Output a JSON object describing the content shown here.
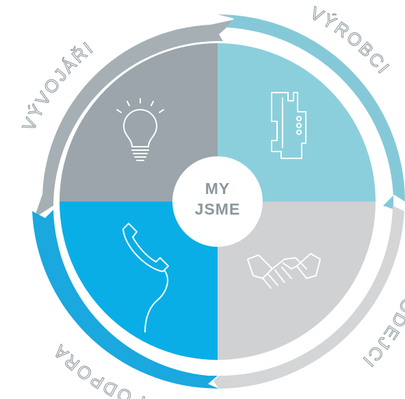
{
  "center": {
    "line1": "MY",
    "line2": "JSME"
  },
  "segments": [
    {
      "id": "vyvojari",
      "label": "VÝVOJÁŘI",
      "icon": "light-bulb-icon",
      "color": "#9ba5ab"
    },
    {
      "id": "vyrobci",
      "label": "VÝROBCI",
      "icon": "din-rail-module-icon",
      "color": "#8ccfdc"
    },
    {
      "id": "prodejci",
      "label": "PRODEJCI",
      "icon": "handshake-icon",
      "color": "#cfd1d3"
    },
    {
      "id": "podpora",
      "label": "PODPORA",
      "icon": "telephone-handset-icon",
      "color": "#0aaee6"
    }
  ],
  "colors": {
    "arrow_grey": "#a5afb4",
    "arrow_teal": "#85c9d8",
    "arrow_light": "#d3d5d7",
    "arrow_blue": "#1aa8df",
    "label": "#8e999f",
    "center_text": "#8b979d"
  }
}
